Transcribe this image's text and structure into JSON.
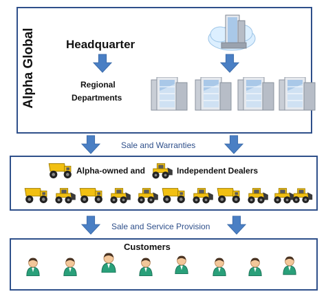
{
  "diagram": {
    "org_label": "Alpha Global",
    "hq_label": "Headquarter",
    "regional_line1": "Regional",
    "regional_line2": "Departments",
    "flow1_label": "Sale and Warranties",
    "dealers_part1": "Alpha-owned and",
    "dealers_part2": "Independent Dealers",
    "flow2_label": "Sale and Service Provision",
    "customers_label": "Customers"
  },
  "colors": {
    "box_border": "#2e4f8a",
    "arrow_fill": "#4a7fc4",
    "arrow_stroke": "#3a6aa8",
    "truck_yellow": "#f2c012",
    "customer_shirt": "#2aa07a"
  },
  "icons": {
    "hq_building": "cloud-office-building-icon",
    "regional_buildings": [
      "office-building-icon",
      "office-building-icon",
      "office-building-icon",
      "office-building-icon"
    ],
    "dealer_header_icons": [
      "dump-truck-icon",
      "wheel-loader-icon"
    ],
    "dealer_row": [
      "dump-truck-icon",
      "wheel-loader-icon",
      "dump-truck-icon",
      "wheel-loader-icon",
      "wheel-loader-icon",
      "dump-truck-icon",
      "wheel-loader-icon",
      "dump-truck-icon",
      "wheel-loader-icon",
      "wheel-loader-icon",
      "wheel-loader-icon"
    ],
    "customer_row": [
      "customer-person-icon",
      "customer-person-icon",
      "customer-person-icon",
      "customer-person-icon",
      "customer-person-icon",
      "customer-person-icon",
      "customer-person-icon",
      "customer-person-icon"
    ]
  }
}
